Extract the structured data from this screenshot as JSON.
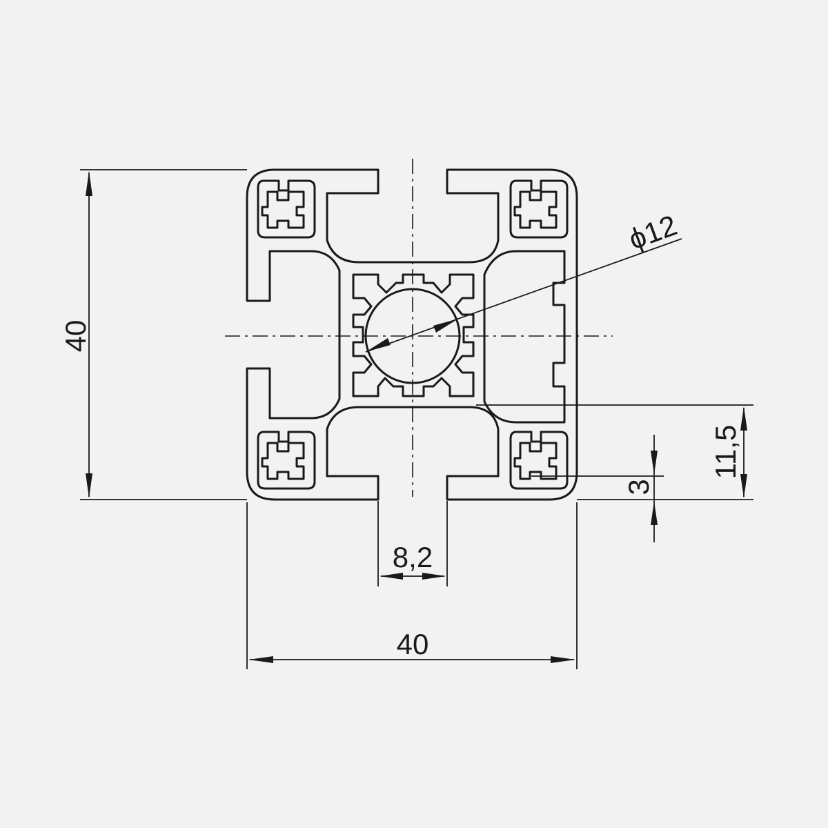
{
  "dimensions": {
    "height": "40",
    "width": "40",
    "slot_width": "8,2",
    "bore_diameter": "ϕ12",
    "slot_depth": "11,5",
    "wall_thickness": "3"
  },
  "colors": {
    "background": "#f1f2f1",
    "line": "#1a1a1a"
  }
}
